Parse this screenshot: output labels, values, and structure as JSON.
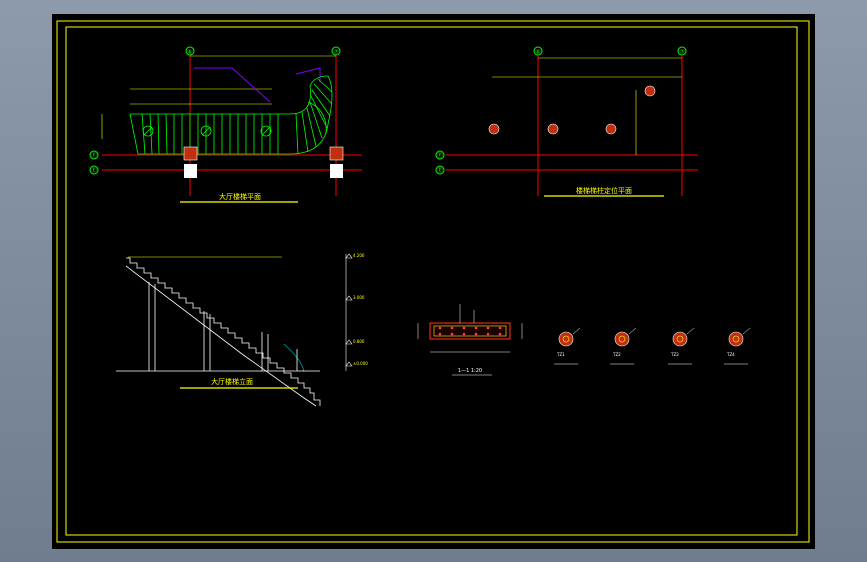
{
  "colors": {
    "background": "#000000",
    "frame": "#ffff00",
    "axis": "#ff0000",
    "stair": "#00ff00",
    "outline": "#ffffff",
    "column_fill": "#c03010",
    "dimension": "#ffff00",
    "wall_purple": "#8000ff",
    "teal": "#00a0a0"
  },
  "drawings": {
    "plan_title": "大厅楼梯平面",
    "column_plan_title": "楼梯梯柱定位平面",
    "elevation_title": "大厅楼梯立面",
    "section_title": "1—1  1:20"
  },
  "grid_markers": {
    "plan_left": "⑥",
    "plan_right": "⑦",
    "row_a": "Ⓕ",
    "row_b": "Ⓔ",
    "colplan_left": "⑥",
    "colplan_right": "⑦",
    "colplan_row_a": "Ⓕ",
    "colplan_row_b": "Ⓔ"
  },
  "column_labels": [
    "TZ1",
    "TZ2",
    "TZ3",
    "TZ4"
  ],
  "elevation_levels": [
    "4.200",
    "3.000",
    "0.800",
    "±0.000"
  ]
}
